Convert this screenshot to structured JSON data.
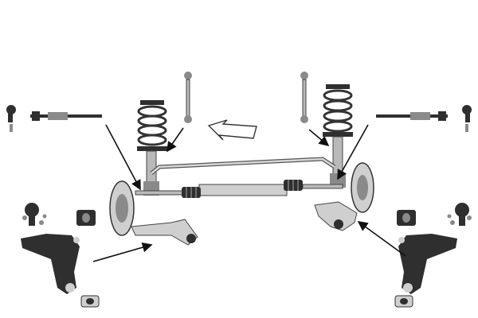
{
  "diagram": {
    "title": "",
    "labels": [],
    "icons": {
      "direction_arrow": "direction-arrow-icon",
      "pointer": "pointer-arrow-icon"
    },
    "colors": {
      "background": "#ffffff",
      "part_dark": "#2f2f2f",
      "part_light": "#cfcfcf",
      "pointer": "#111111"
    },
    "parts": [
      "tie-rod-end-left",
      "tie-rod-left",
      "tie-rod-end-right",
      "tie-rod-right",
      "stabilizer-link-left",
      "stabilizer-link-right",
      "coil-spring-left",
      "coil-spring-right",
      "strut-left",
      "strut-right",
      "stabilizer-bar",
      "steering-rack",
      "rack-boot-left",
      "rack-boot-right",
      "brake-disc-left",
      "brake-disc-right",
      "control-arm-assembled-left",
      "control-arm-assembled-right",
      "ball-joint-left",
      "ball-joint-right",
      "control-arm-bushing-left",
      "control-arm-bushing-right",
      "control-arm-left",
      "control-arm-right",
      "arm-bushing-small-left",
      "arm-bushing-small-right"
    ]
  }
}
